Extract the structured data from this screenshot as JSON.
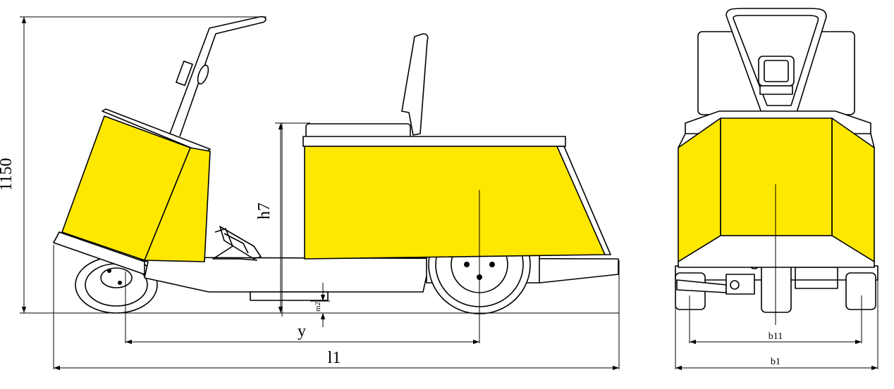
{
  "colors": {
    "body": "#ffe800",
    "line": "#000000",
    "background": "#ffffff"
  },
  "dimensions": {
    "overall_height": "1150",
    "seat_height": "h7",
    "ground_clearance": "m2",
    "wheelbase": "y",
    "overall_length": "l1",
    "track_width": "b11",
    "overall_width": "b1"
  }
}
